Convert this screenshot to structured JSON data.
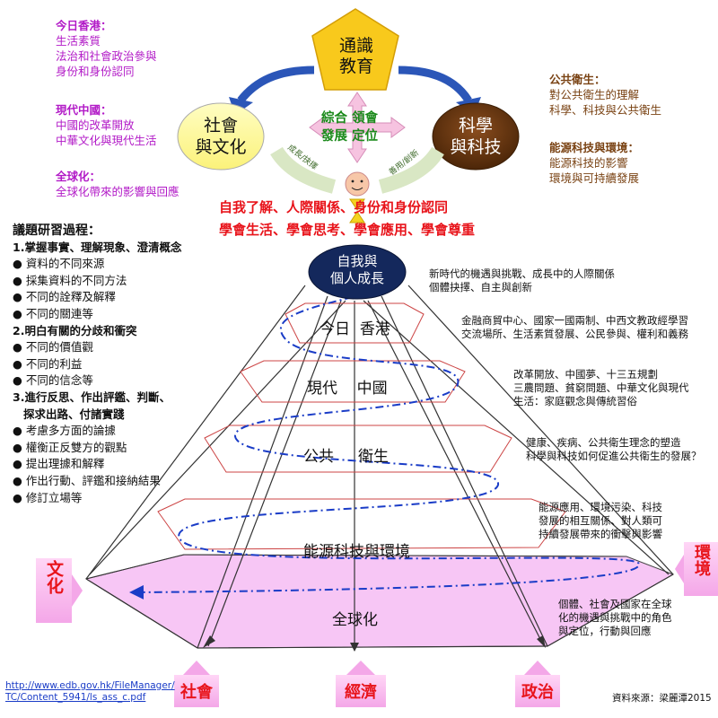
{
  "left_panel": {
    "hk": {
      "heading": "今日香港：",
      "items": [
        "生活素質",
        "法治和社會政治參與",
        "身份和身份認同"
      ]
    },
    "cn": {
      "heading": "現代中國：",
      "items": [
        "中國的改革開放",
        "中華文化與現代生活"
      ]
    },
    "glob": {
      "heading": "全球化：",
      "items": [
        "全球化帶來的影響與回應"
      ]
    }
  },
  "right_panel": {
    "health": {
      "heading": "公共衛生：",
      "items": [
        "對公共衛生的理解",
        "科學、科技與公共衛生"
      ]
    },
    "energy": {
      "heading": "能源科技與環境：",
      "items": [
        "能源科技的影響",
        "環境與可持續發展"
      ]
    }
  },
  "top": {
    "pentagon": [
      "通識",
      "教育"
    ],
    "left_circle": [
      "社會",
      "與文化"
    ],
    "right_circle": [
      "科學",
      "與科技"
    ],
    "center": [
      "綜合",
      "領會",
      "發展",
      "定位"
    ],
    "left_arrow_label": "成長/抉擇",
    "right_arrow_label": "善用/創新"
  },
  "red_lines": [
    "自我了解、人際關係、身份和身份認同",
    "學會生活、學會思考、學會應用、學會尊重"
  ],
  "apex": [
    "自我與",
    "個人成長"
  ],
  "layers": {
    "hk": [
      "今日",
      "香港"
    ],
    "cn": [
      "現代",
      "中國"
    ],
    "health": [
      "公共",
      "衛生"
    ],
    "energy": "能源科技與環境",
    "glob": "全球化"
  },
  "annotations": {
    "a0": [
      "新時代的機遇與挑戰、成長中的人際關係",
      "個體抉擇、自主與創新"
    ],
    "a1": [
      "金融商貿中心、國家一國兩制、中西文教政經學習",
      "交流場所、生活素質發展、公民參與、權利和義務"
    ],
    "a2": [
      "改革開放、中國夢、十三五規劃",
      "三農問題、貧窮問題、中華文化與現代",
      "生活：家庭觀念與傳統習俗"
    ],
    "a3": [
      "健康、疾病、公共衛生理念的塑造",
      "科學與科技如何促進公共衛生的發展？"
    ],
    "a4": [
      "能源應用、環境污染、科技",
      "發展的相互關係、對人類可",
      "持續發展帶來的衝擊與影響"
    ],
    "a5": [
      "個體、社會及國家在全球",
      "化的機遇與挑戰中的角色",
      "與定位，行動與回應"
    ]
  },
  "process": {
    "title": "議題研習過程：",
    "s1": {
      "heading": "1.掌握事實、理解現象、澄清概念",
      "items": [
        "資料的不同來源",
        "採集資料的不同方法",
        "不同的詮釋及解釋",
        "不同的關連等"
      ]
    },
    "s2": {
      "heading": "2.明白有關的分歧和衝突",
      "items": [
        "不同的價值觀",
        "不同的利益",
        "不同的信念等"
      ]
    },
    "s3": {
      "heading": [
        "3.進行反思、作出評鑑、判斷、",
        "探求出路、付諸實踐"
      ],
      "items": [
        "考慮多方面的論據",
        "權衡正反雙方的觀點",
        "提出理據和解釋",
        "作出行動、評鑑和接納結果",
        "修訂立場等"
      ]
    }
  },
  "side_tags": {
    "left": "文化",
    "right": "環境"
  },
  "bottom_tags": [
    "社會",
    "經濟",
    "政治"
  ],
  "footer": {
    "url": [
      "http://www.edb.gov.hk/FileManager/",
      "TC/Content_5941/ls_ass_c.pdf"
    ],
    "source": "資料來源：梁麗潭2015"
  },
  "colors": {
    "purple": "#b21ac7",
    "brown": "#7a4314",
    "red": "#e8141b",
    "navy": "#14285c",
    "pink_fill": "#f7c6f5",
    "yellow": "#fdf79a",
    "pentagon": "#f8c91c"
  }
}
